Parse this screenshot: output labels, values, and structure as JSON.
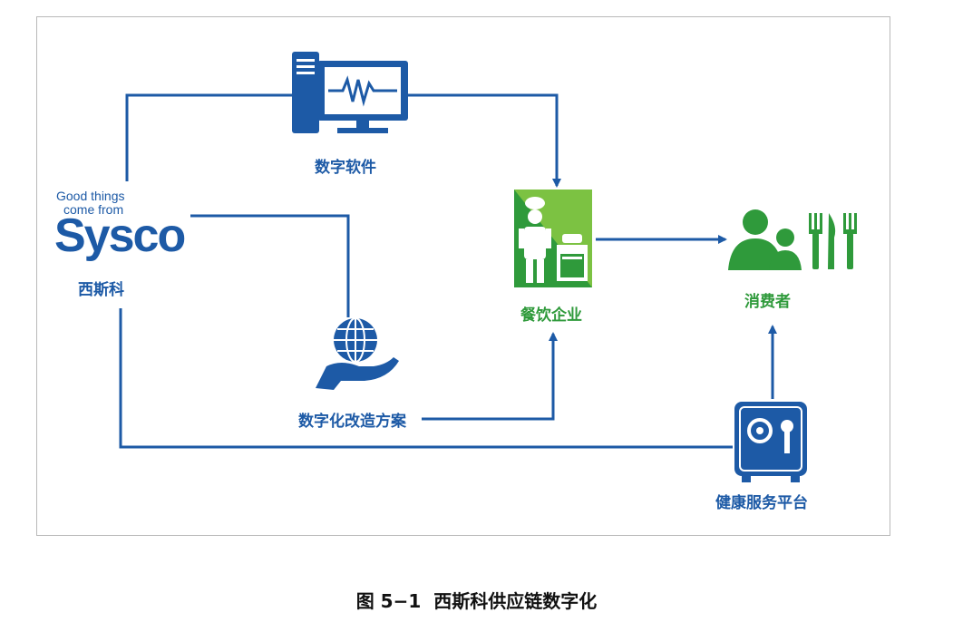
{
  "nodes": {
    "sysco": {
      "logo_tagline_1": "Good things",
      "logo_tagline_2": "come from",
      "logo_word": "Sysco",
      "label": "西斯科"
    },
    "software": {
      "label": "数字软件"
    },
    "restaurant": {
      "label": "餐饮企业"
    },
    "consumer": {
      "label": "消费者"
    },
    "solution": {
      "label": "数字化改造方案"
    },
    "health": {
      "label": "健康服务平台"
    }
  },
  "caption": {
    "prefix": "图 5−1",
    "title": "西斯科供应链数字化"
  },
  "colors": {
    "blue": "#1d5aa6",
    "green": "#2f9a3b",
    "light_green": "#7cc242"
  },
  "icons": [
    "computer-icon",
    "chef-icon",
    "people-cutlery-icon",
    "globe-hand-icon",
    "safe-icon"
  ]
}
